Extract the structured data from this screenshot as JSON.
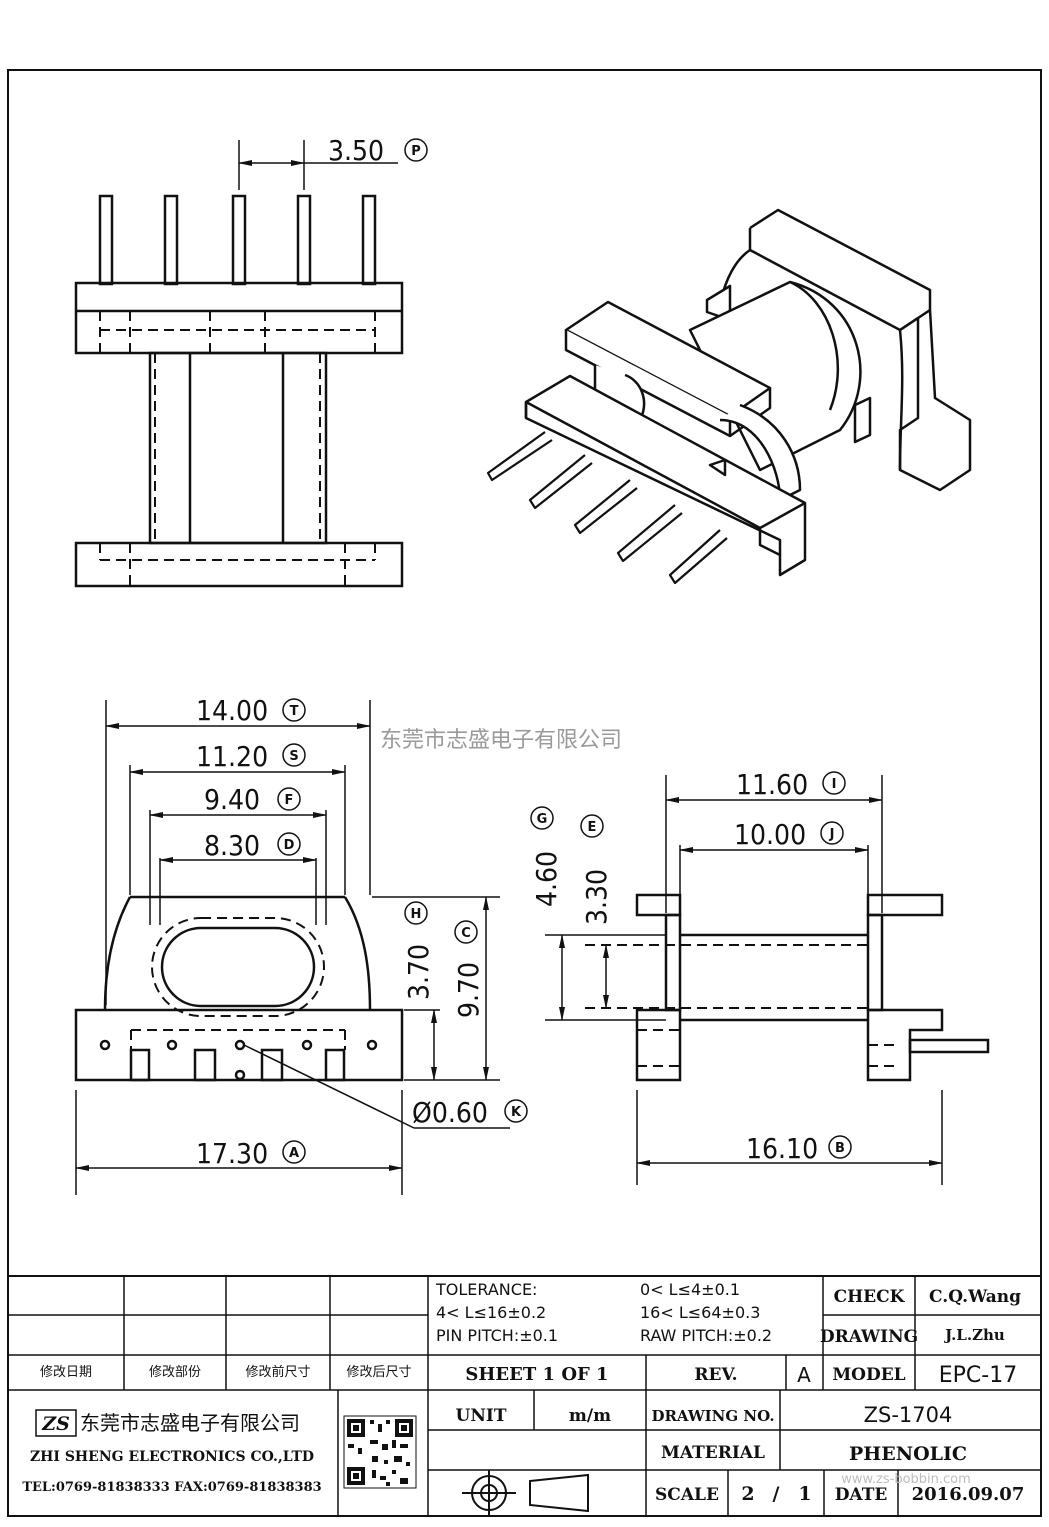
{
  "watermark": "东莞市志盛电子有限公司",
  "watermark_url": "www.zs-bobbin.com",
  "dimensions": {
    "pin_pitch": {
      "value": "3.50",
      "ref": "P"
    },
    "T": {
      "value": "14.00",
      "ref": "T"
    },
    "S": {
      "value": "11.20",
      "ref": "S"
    },
    "F": {
      "value": "9.40",
      "ref": "F"
    },
    "D": {
      "value": "8.30",
      "ref": "D"
    },
    "H": {
      "value": "3.70",
      "ref": "H"
    },
    "C": {
      "value": "9.70",
      "ref": "C"
    },
    "A": {
      "value": "17.30",
      "ref": "A"
    },
    "K": {
      "value": "Ø0.60",
      "ref": "K"
    },
    "I": {
      "value": "11.60",
      "ref": "I"
    },
    "J": {
      "value": "10.00",
      "ref": "J"
    },
    "G": {
      "value": "4.60",
      "ref": "G"
    },
    "E": {
      "value": "3.30",
      "ref": "E"
    },
    "B": {
      "value": "16.10",
      "ref": "B"
    }
  },
  "title_block": {
    "revision_headers": [
      "修改日期",
      "修改部份",
      "修改前尺寸",
      "修改后尺寸"
    ],
    "tolerance": {
      "label": "TOLERANCE:",
      "t1": "0< L≤4±0.1",
      "t2": "4< L≤16±0.2",
      "t3": "16< L≤64±0.3",
      "pin_pitch": "PIN PITCH:±0.1",
      "raw_pitch": "RAW PITCH:±0.2"
    },
    "check_label": "CHECK",
    "check_value": "C.Q.Wang",
    "drawing_label": "DRAWING",
    "drawing_value": "J.L.Zhu",
    "sheet": "SHEET 1 OF 1",
    "rev_label": "REV.",
    "rev_value": "A",
    "model_label": "MODEL",
    "model_value": "EPC-17",
    "company_logo": "ZS",
    "company_cn": "东莞市志盛电子有限公司",
    "company_en": "ZHI SHENG ELECTRONICS CO.,LTD",
    "contact": "TEL:0769-81838333 FAX:0769-81838383",
    "unit_label": "UNIT",
    "unit_value": "m/m",
    "drawing_no_label": "DRAWING NO.",
    "drawing_no_value": "ZS-1704",
    "material_label": "MATERIAL",
    "material_value": "PHENOLIC",
    "scale_label": "SCALE",
    "scale_num": "2",
    "scale_sep": "/",
    "scale_den": "1",
    "date_label": "DATE",
    "date_value": "2016.09.07"
  }
}
